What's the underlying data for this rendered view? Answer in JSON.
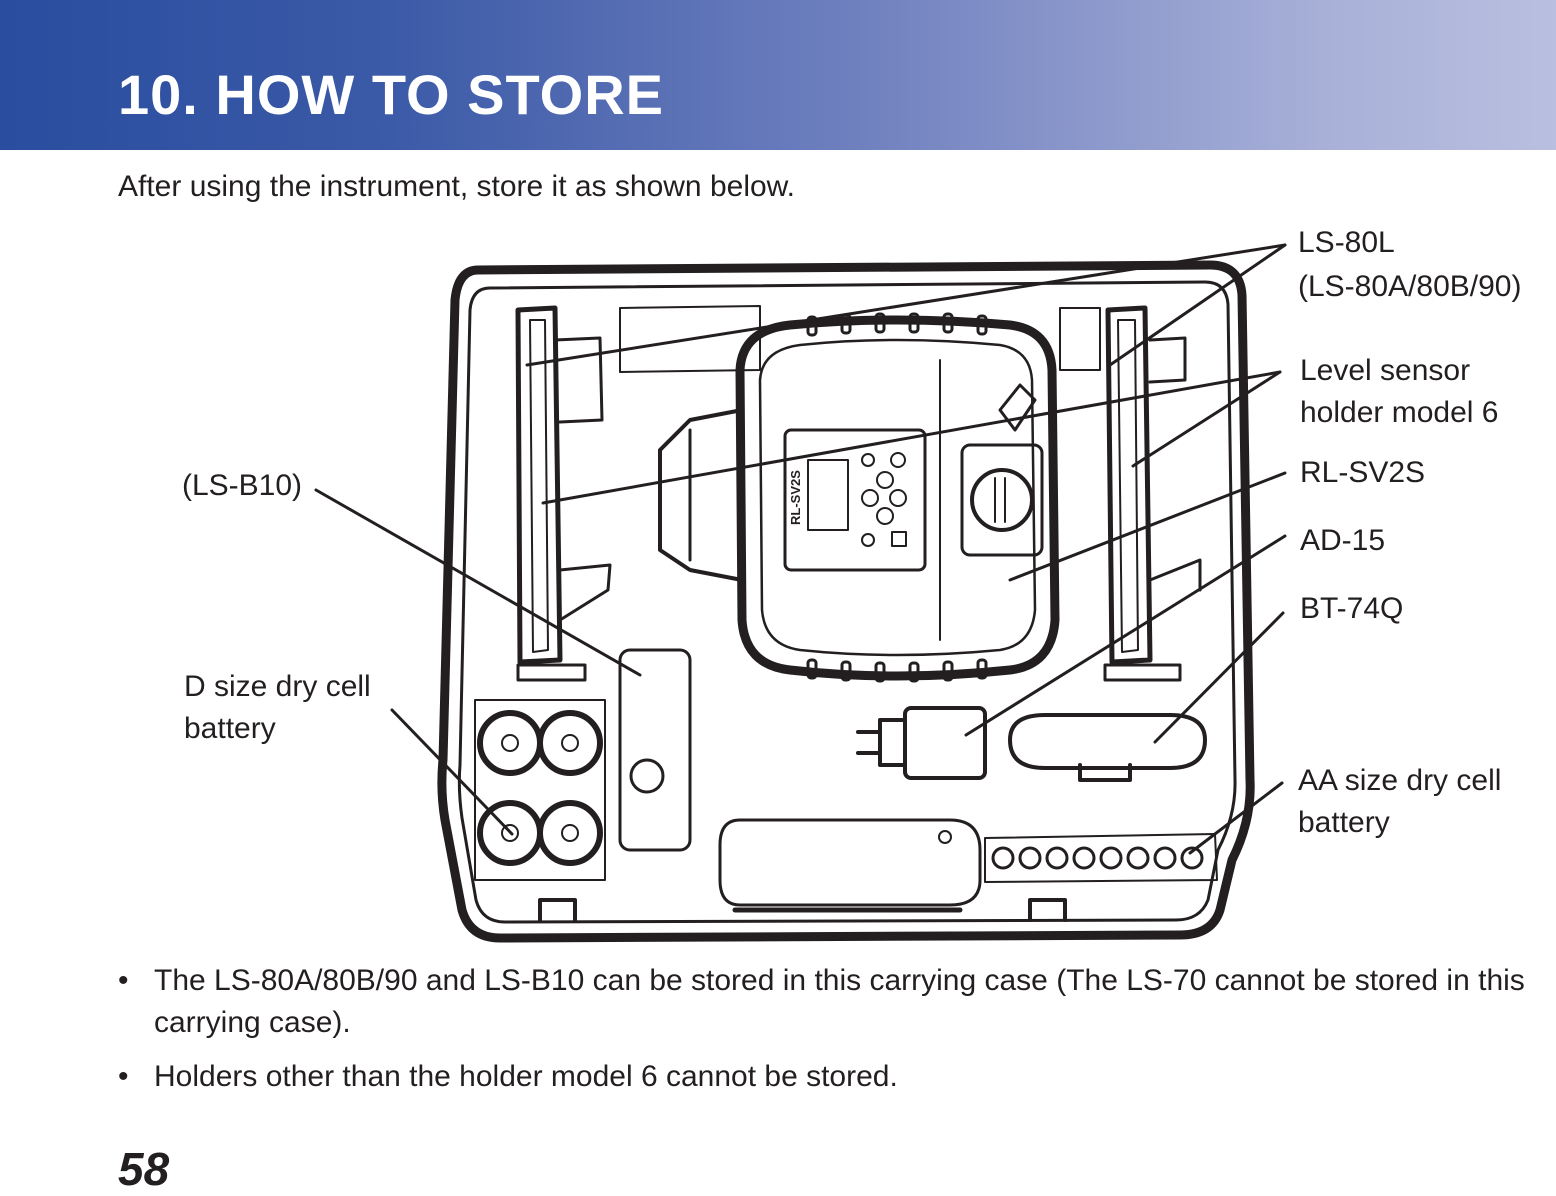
{
  "header": {
    "title": "10.  HOW TO STORE"
  },
  "intro": "After using the instrument, store it as shown below.",
  "figure": {
    "callouts": {
      "ls80l": "LS-80L",
      "ls80l_alt": "(LS-80A/80B/90)",
      "level_sensor_1": "Level sensor",
      "level_sensor_2": "holder model 6",
      "rlsv2s": "RL-SV2S",
      "ad15": "AD-15",
      "bt74q": "BT-74Q",
      "aa_1": "AA size dry cell",
      "aa_2": "battery",
      "lsb10": "(LS-B10)",
      "dcell_1": "D size dry cell",
      "dcell_2": "battery"
    },
    "device_label": "RL-SV2S"
  },
  "notes": [
    {
      "bullet": "•",
      "text": "The LS-80A/80B/90 and LS-B10 can be stored in this carrying case (The LS-70 cannot be stored in this carrying case)."
    },
    {
      "bullet": "•",
      "text": "Holders other than the holder model 6 cannot be stored."
    }
  ],
  "page_number": "58"
}
